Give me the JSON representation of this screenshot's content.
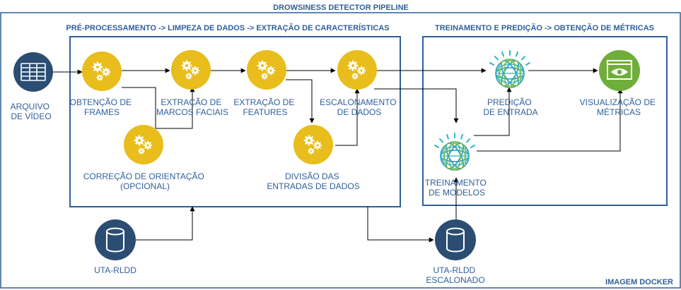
{
  "title": "DROWSINESS DETECTOR PIPELINE",
  "docker_label": "IMAGEM DOCKER",
  "groups": {
    "preprocessing": "PRÉ-PROCESSAMENTO -> LIMPEZA DE DADOS -> EXTRAÇÃO DE CARACTERÍSTICAS",
    "training": "TREINAMENTO E PREDIÇÃO -> OBTENÇÃO DE MÉTRICAS"
  },
  "nodes": {
    "video": [
      "ARQUIVO",
      "DE VÍDEO"
    ],
    "frames": [
      "OBTENÇÃO DE",
      "FRAMES"
    ],
    "orientation": [
      "CORREÇÃO DE ORIENTAÇÃO",
      "(OPCIONAL)"
    ],
    "landmarks": [
      "EXTRAÇÃO DE",
      "MARCOS FACIAIS"
    ],
    "features": [
      "EXTRAÇÃO DE",
      "FEATURES"
    ],
    "split": [
      "DIVISÃO DAS",
      "ENTRADAS DE DADOS"
    ],
    "scaling": [
      "ESCALONAMENTO",
      "DE DADOS"
    ],
    "prediction": [
      "PREDIÇÃO",
      "DE ENTRADA"
    ],
    "visualization": [
      "VISUALIZAÇÃO DE",
      "MÉTRICAS"
    ],
    "training": [
      "TREINAMENTO",
      "DE MODELOS"
    ],
    "db_raw": [
      "UTA-RLDD"
    ],
    "db_scaled": [
      "UTA-RLDD",
      "ESCALONADO"
    ]
  },
  "colors": {
    "border": "#2f5f9a",
    "text": "#2f5f9a",
    "gear_node": "#e8bd1c",
    "dark_node": "#2b4d72",
    "visual_node": "#6fae3a"
  },
  "icons": {
    "video": "table-icon",
    "gear": "gears-icon",
    "database": "database-icon",
    "model": "sphere-icon",
    "metrics": "eye-icon"
  }
}
